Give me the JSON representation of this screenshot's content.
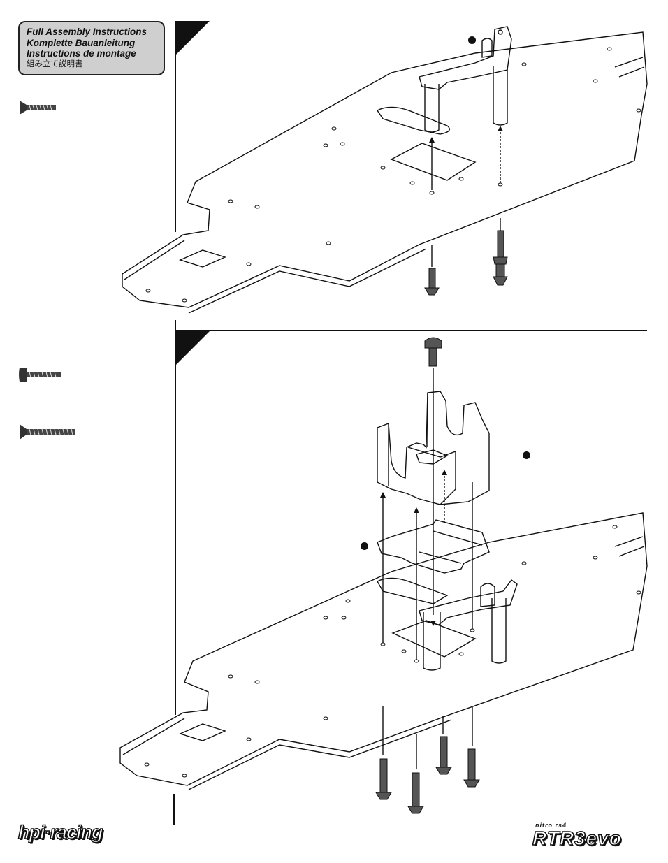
{
  "header": {
    "title_en": "Full Assembly Instructions",
    "title_de": "Komplette Bauanleitung",
    "title_fr": "Instructions de montage",
    "title_jp": "組み立て説明書"
  },
  "footer": {
    "brand_left": "hpi·racing",
    "brand_right_small": "nitro rs4",
    "brand_right_big": "RTR3evo"
  },
  "icons": {
    "screw_flat_short": "countersunk-screw-icon",
    "screw_button": "button-head-screw-icon",
    "screw_flat_long": "countersunk-screw-long-icon"
  },
  "colors": {
    "title_box_bg": "#cfcfcf",
    "line": "#111111"
  }
}
